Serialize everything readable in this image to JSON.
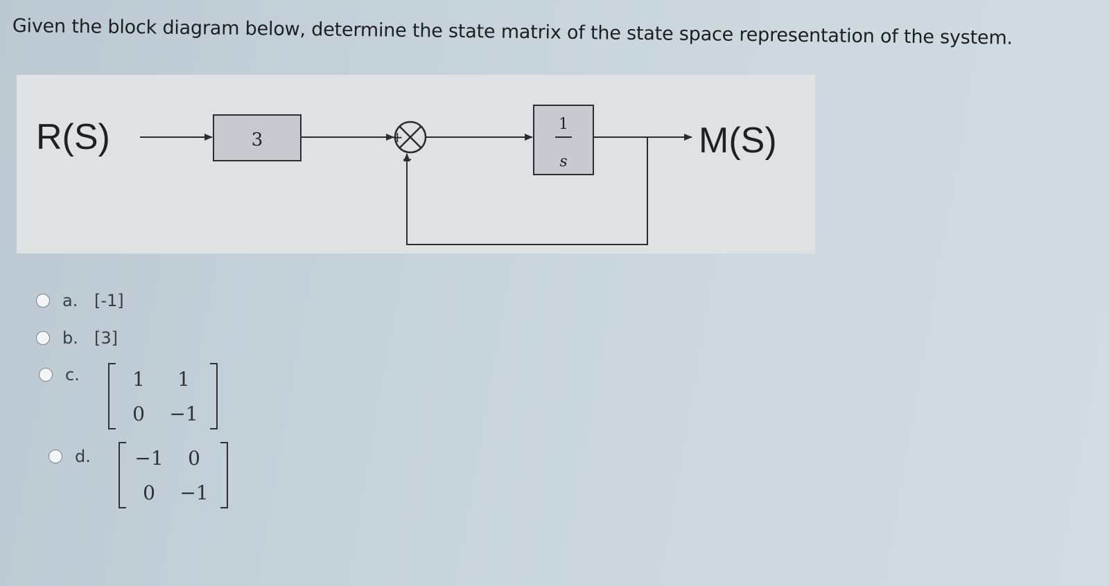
{
  "question": {
    "text": "Given the block diagram below, determine the state matrix of the state space representation of the system."
  },
  "diagram": {
    "input_label": "R(S)",
    "gain_block": "3",
    "sum_plus": "+",
    "sum_minus": "−",
    "integrator_num": "1",
    "integrator_den": "s",
    "output_label": "M(S)"
  },
  "options": {
    "a": {
      "letter": "a.",
      "value": "[-1]"
    },
    "b": {
      "letter": "b.",
      "value": "[3]"
    },
    "c": {
      "letter": "c.",
      "matrix": [
        "1",
        "1",
        "0",
        "−1"
      ]
    },
    "d": {
      "letter": "d.",
      "matrix": [
        "−1",
        "0",
        "0",
        "−1"
      ]
    }
  },
  "colors": {
    "block_fill": "#c7cbd0",
    "line": "#2a2d30"
  }
}
